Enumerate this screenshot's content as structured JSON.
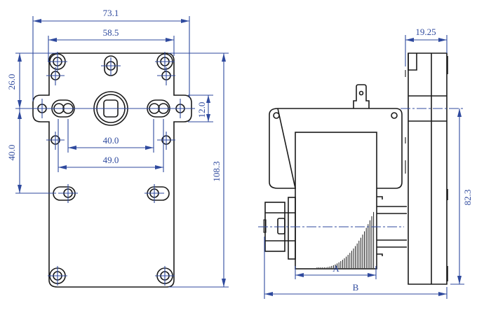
{
  "drawing": {
    "title": "Gear motor dimensional drawing",
    "colors": {
      "outline": "#1a1a1a",
      "dimension": "#2f4a9e",
      "background": "#ffffff"
    },
    "front_view": {
      "dimensions": {
        "overall_width": "73.1",
        "mounting_width": "58.5",
        "top_to_tab": "26.0",
        "tab_to_slot": "40.0",
        "tab_height": "12.0",
        "overall_height": "108.3",
        "inner_slot_spacing": "40.0",
        "outer_hole_spacing": "49.0"
      }
    },
    "side_view": {
      "dimensions": {
        "gearbox_depth": "19.25",
        "shaft_height": "82.3",
        "motor_length": "A",
        "overall_length": "B"
      }
    }
  }
}
